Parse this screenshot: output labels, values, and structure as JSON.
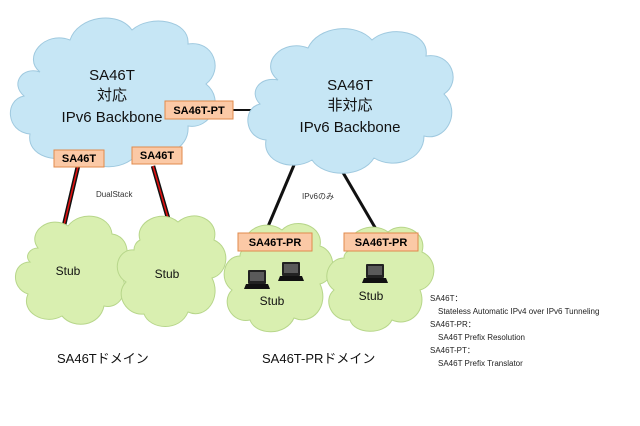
{
  "backbone_sa46t": {
    "line1": "SA46T",
    "line2": "対応",
    "line3": "IPv6 Backbone"
  },
  "backbone_non_sa46t": {
    "line1": "SA46T",
    "line2": "非対応",
    "line3": "IPv6 Backbone"
  },
  "boxes": {
    "pt": "SA46T-PT",
    "sa46t_left": "SA46T",
    "sa46t_right": "SA46T",
    "pr_left": "SA46T-PR",
    "pr_right": "SA46T-PR"
  },
  "stubs": {
    "stub1": "Stub",
    "stub2": "Stub",
    "stub3": "Stub",
    "stub4": "Stub"
  },
  "link_labels": {
    "dualstack": "DualStack",
    "ipv6_only": "IPv6のみ"
  },
  "domains": {
    "sa46t": "SA46Tドメイン",
    "sa46t_pr": "SA46T-PRドメイン"
  },
  "legend": {
    "l1": "SA46T：",
    "l2": "Stateless Automatic IPv4 over IPv6 Tunneling",
    "l3": "SA46T-PR：",
    "l4": "SA46T Prefix Resolution",
    "l5": "SA46T-PT：",
    "l6": "SA46T Prefix Translator"
  },
  "colors": {
    "backbone_cloud": "#c6e6f5",
    "stub_cloud": "#d9efb0",
    "box_fill": "#fbc9a6",
    "box_stroke": "#e08a4c",
    "dualstack_line": "#e01010"
  },
  "icons": [
    "computer-icon"
  ]
}
